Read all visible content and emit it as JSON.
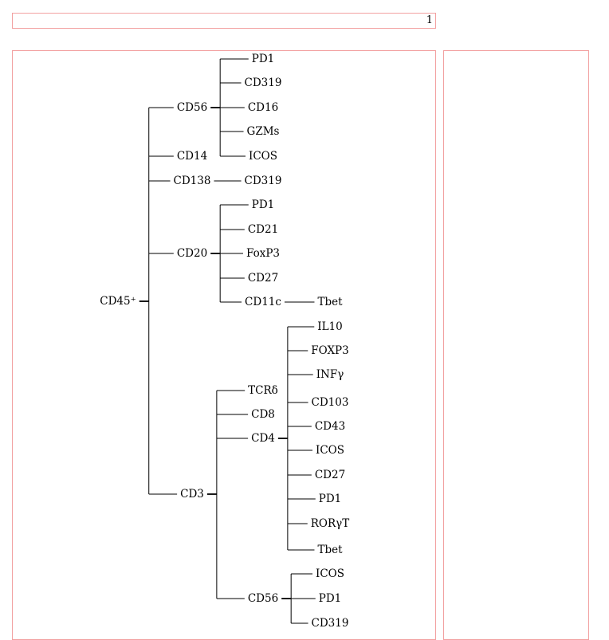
{
  "header": {
    "page_number": "1"
  },
  "tree": {
    "label": "CD45⁺",
    "children": [
      {
        "label": "CD56",
        "children": [
          {
            "label": "PD1"
          },
          {
            "label": "CD319"
          },
          {
            "label": "CD16"
          },
          {
            "label": "GZMs"
          },
          {
            "label": "ICOS"
          }
        ]
      },
      {
        "label": "CD14"
      },
      {
        "label": "CD138",
        "children": [
          {
            "label": "CD319"
          }
        ]
      },
      {
        "label": "CD20",
        "children": [
          {
            "label": "PD1"
          },
          {
            "label": "CD21"
          },
          {
            "label": "FoxP3"
          },
          {
            "label": "CD27"
          },
          {
            "label": "CD11c",
            "children": [
              {
                "label": "Tbet"
              }
            ]
          }
        ]
      },
      {
        "label": "CD3",
        "children": [
          {
            "label": "TCRδ"
          },
          {
            "label": "CD8"
          },
          {
            "label": "CD4",
            "children": [
              {
                "label": "IL10"
              },
              {
                "label": "FOXP3"
              },
              {
                "label": "INFγ"
              },
              {
                "label": "CD103"
              },
              {
                "label": "CD43"
              },
              {
                "label": "ICOS"
              },
              {
                "label": "CD27"
              },
              {
                "label": "PD1"
              },
              {
                "label": "RORγT"
              },
              {
                "label": "Tbet"
              }
            ]
          },
          {
            "label": "CD56",
            "children": [
              {
                "label": "ICOS"
              },
              {
                "label": "PD1"
              },
              {
                "label": "CD319"
              }
            ]
          }
        ]
      }
    ]
  }
}
